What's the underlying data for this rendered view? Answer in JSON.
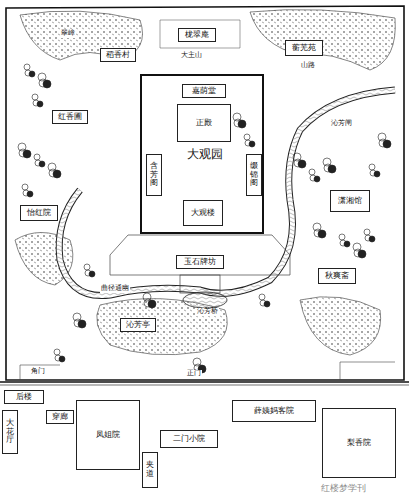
{
  "diagram": {
    "nodes": [
      {
        "text": [
          "大观园"
        ]
      },
      {
        "text": [
          "嘉荫堂"
        ],
        "in": 0
      },
      {
        "text": [
          "正殿"
        ],
        "in": 0
      },
      {
        "text": [
          "含芳阁"
        ],
        "in": 0
      },
      {
        "text": [
          "缀锦阁"
        ],
        "in": 0
      },
      {
        "text": [
          "大观楼"
        ],
        "in": 0
      },
      {
        "text": [
          "玉石牌坊"
        ]
      },
      {
        "text": [
          "稻香村"
        ]
      },
      {
        "text": [
          "红香圃"
        ]
      },
      {
        "text": [
          "怡红院"
        ]
      },
      {
        "text": [
          "蘅芜苑"
        ]
      },
      {
        "text": [
          "潇湘馆"
        ]
      },
      {
        "text": [
          "秋爽斋"
        ]
      },
      {
        "text": [
          "栊翠庵"
        ]
      },
      {
        "text": [
          "沁芳亭"
        ]
      },
      {
        "text": [
          "后楼"
        ]
      },
      {
        "text": [
          "大花厅"
        ]
      },
      {
        "text": [
          "穿廊"
        ]
      },
      {
        "text": [
          "凤姐院"
        ]
      },
      {
        "text": [
          "夹道"
        ]
      },
      {
        "text": [
          "二门小院"
        ]
      },
      {
        "text": [
          "薛姨妈客院"
        ]
      },
      {
        "text": [
          "梨香院"
        ]
      }
    ],
    "labels": [
      "大主山",
      "山路",
      "翠嶂",
      "曲径通幽",
      "沁芳闸",
      "沁芳桥",
      "正门",
      "角门",
      "红楼梦学刊"
    ]
  }
}
